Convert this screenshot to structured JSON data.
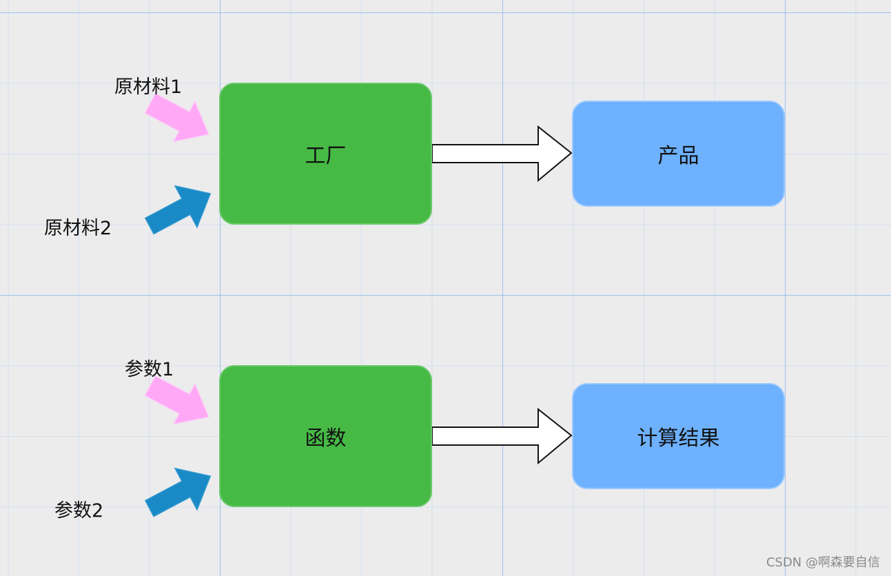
{
  "colors": {
    "process_box": "#46ba45",
    "result_box": "#6db1ff",
    "input_arrow_1": "#ffa8f6",
    "input_arrow_2": "#1a8ac6",
    "flow_arrow": "#ffffff"
  },
  "top": {
    "input1": "原材料1",
    "input2": "原材料2",
    "process": "工厂",
    "result": "产品"
  },
  "bottom": {
    "input1": "参数1",
    "input2": "参数2",
    "process": "函数",
    "result": "计算结果"
  },
  "watermark": "CSDN @啊森要自信"
}
